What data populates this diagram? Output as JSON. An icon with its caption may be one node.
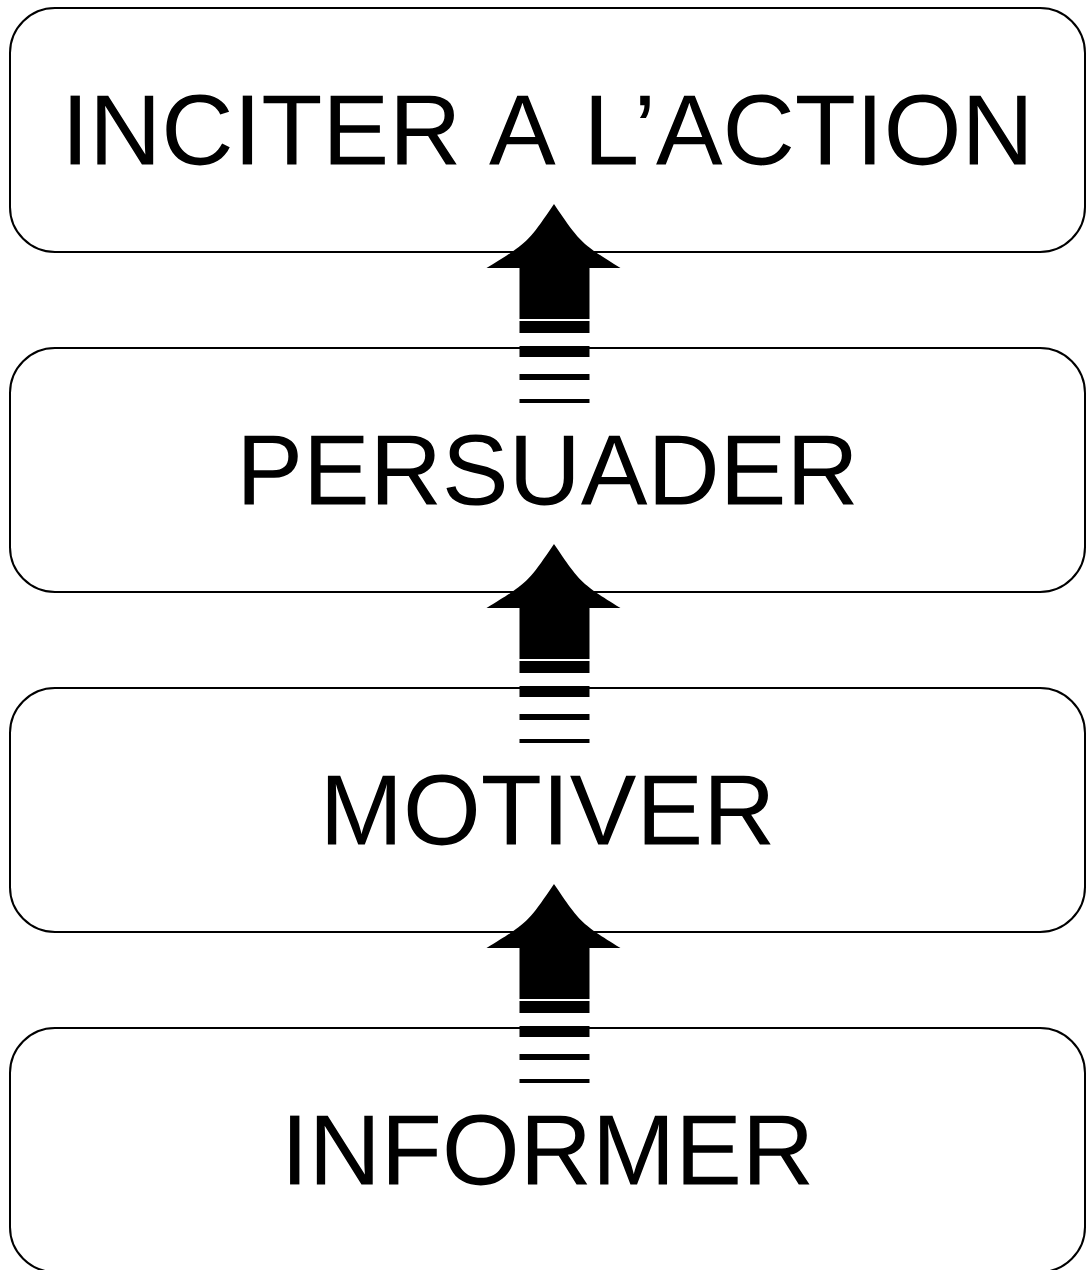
{
  "diagram": {
    "nodes": [
      {
        "text": [
          "INCITER A L’ACTION"
        ]
      },
      {
        "text": [
          "PERSUADER"
        ]
      },
      {
        "text": [
          "MOTIVER"
        ]
      },
      {
        "text": [
          "INFORMER"
        ]
      }
    ],
    "edges": [
      {
        "from": 1,
        "to": 0,
        "arrow": "to"
      },
      {
        "from": 2,
        "to": 1,
        "arrow": "to"
      },
      {
        "from": 3,
        "to": 2,
        "arrow": "to"
      }
    ]
  }
}
